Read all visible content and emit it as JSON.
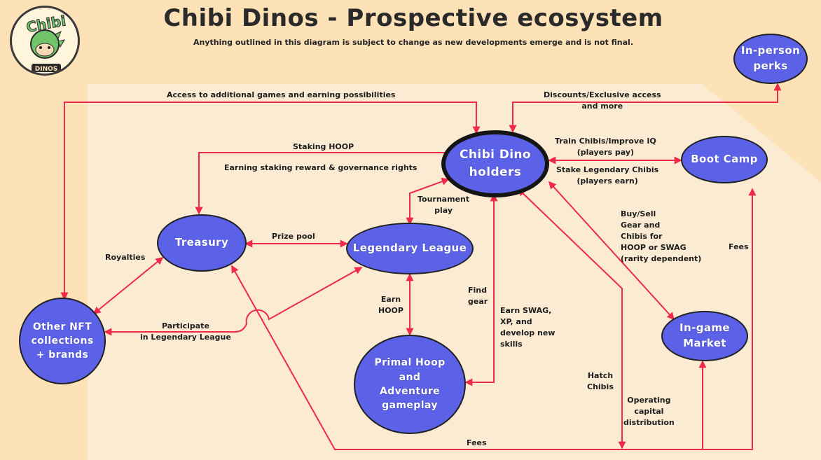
{
  "header": {
    "title": "Chibi Dinos - Prospective ecosystem",
    "subtitle": "Anything outlined in this diagram is subject to change as new developments emerge and is not final."
  },
  "logo": {
    "top_text": "Chibi",
    "bottom_text": "DINOS"
  },
  "colors": {
    "background": "#fde2b7",
    "panel": "#fbebd3",
    "node_fill": "#5c62e8",
    "arrow": "#f0284a"
  },
  "nodes": {
    "holders": "Chibi Dino\nholders",
    "bootcamp": "Boot Camp",
    "perks": "In-person\nperks",
    "treasury": "Treasury",
    "league": "Legendary League",
    "nft": "Other NFT\ncollections\n+ brands",
    "primal": "Primal Hoop\nand\nAdventure\ngameplay",
    "market": "In-game\nMarket"
  },
  "labels": {
    "access": "Access to additional games and earning possibilities",
    "discounts": "Discounts/Exclusive access\nand more",
    "staking": "Staking  HOOP",
    "earning_staking": "Earning staking reward & governance rights",
    "train": "Train Chibis/Improve IQ\n(players pay)",
    "stake_legendary": "Stake Legendary Chibis\n(players earn)",
    "tournament": "Tournament\nplay",
    "prize_pool": "Prize pool",
    "royalties": "Royalties",
    "buy_sell": "Buy/Sell\nGear and\nChibis for\nHOOP or SWAG\n(rarity dependent)",
    "fees_right": "Fees",
    "earn_hoop": "Earn\nHOOP",
    "find_gear": "Find\ngear",
    "earn_swag": "Earn SWAG,\nXP, and\ndevelop new\nskills",
    "participate": "Participate\nin Legendary League",
    "hatch": "Hatch\nChibis",
    "operating": "Operating\ncapital\ndistribution",
    "fees_bottom": "Fees"
  }
}
